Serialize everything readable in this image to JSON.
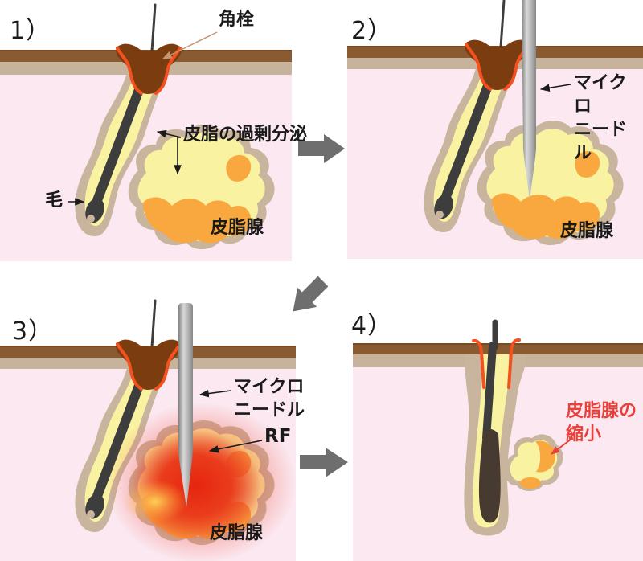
{
  "colors": {
    "background": "#ffffff",
    "panel_pink": "#fbe8f0",
    "skin_brown": "#8a5a30",
    "skin_brown_edge": "#7b4a21",
    "skin_tan": "#c7b29c",
    "follicle_outline": "#c9b49e",
    "sebum_yellow": "#f9f3a1",
    "sebum_orange": "#f8a83e",
    "plug_brown": "#7b3d0f",
    "plug_outline": "#f4511e",
    "hair_dark": "#3d3d3d",
    "hair_bulb_brown": "#473a31",
    "needle_gray": "#a8a8a8",
    "rf_red": "#e93c22",
    "flow_arrow_gray": "#6e6e6e",
    "label_black": "#1a1a1a",
    "label_red": "#e8403a",
    "leader_tan": "#c89572"
  },
  "panels": {
    "p1": {
      "number": "1）",
      "labels": {
        "keratin_plug": "角栓",
        "excess_sebum": "皮脂の過剰分泌",
        "hair": "毛",
        "sebaceous_gland": "皮脂腺"
      }
    },
    "p2": {
      "number": "2）",
      "labels": {
        "microneedle": "マイクロ\nニードル",
        "sebaceous_gland": "皮脂腺"
      }
    },
    "p3": {
      "number": "3）",
      "labels": {
        "microneedle": "マイクロ\nニードル",
        "rf": "RF",
        "sebaceous_gland": "皮脂腺"
      }
    },
    "p4": {
      "number": "4）",
      "labels": {
        "gland_shrinkage": "皮脂腺の\n縮小"
      }
    }
  }
}
